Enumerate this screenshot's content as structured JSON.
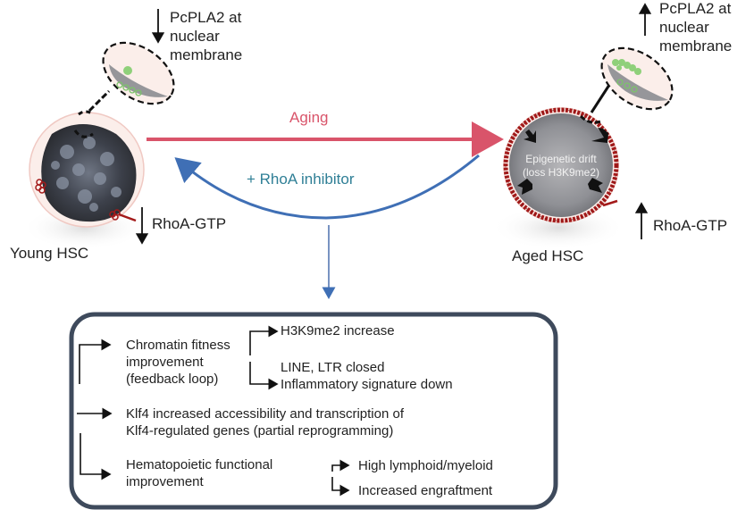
{
  "young": {
    "pcpla2_label": [
      "PcPLA2 at",
      "nuclear",
      "membrane"
    ],
    "pcpla2_direction": "down",
    "rhoa_label": "RhoA-GTP",
    "rhoa_direction": "down",
    "cell_label": "Young HSC"
  },
  "aged": {
    "pcpla2_label": [
      "PcPLA2 at",
      "nuclear",
      "membrane"
    ],
    "pcpla2_direction": "up",
    "rhoa_label": "RhoA-GTP",
    "rhoa_direction": "up",
    "cell_label": "Aged HSC",
    "nucleus_text": [
      "Epigenetic drift",
      "(loss H3K9me2)"
    ]
  },
  "transitions": {
    "aging": "Aging",
    "inhibitor": "+ RhoA inhibitor"
  },
  "colors": {
    "aging_arrow": "#d9546a",
    "inhibitor_arrow": "#3f6fb5",
    "inhibitor_text": "#2f7f96",
    "box_border": "#3e4a5c",
    "rhoa_red": "#a31a1a",
    "pcpla2_green": "#7cc46a"
  },
  "outcomes": {
    "chromatin": {
      "label": [
        "Chromatin fitness",
        "improvement",
        "(feedback loop)"
      ],
      "sub": [
        "H3K9me2 increase",
        "LINE, LTR closed",
        "Inflammatory signature down"
      ]
    },
    "klf4": [
      "Klf4 increased accessibility and transcription of",
      "Klf4-regulated genes (partial reprogramming)"
    ],
    "hematopoietic": {
      "label": [
        "Hematopoietic functional",
        "improvement"
      ],
      "sub": [
        "High lymphoid/myeloid",
        "Increased engraftment"
      ]
    }
  }
}
